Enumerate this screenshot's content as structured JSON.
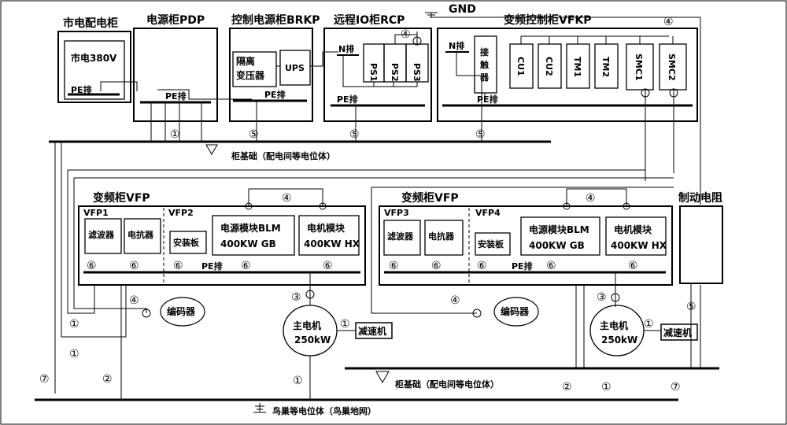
{
  "cabinets": {
    "mains": {
      "title": "市电配电柜",
      "inner": "市电380V",
      "pe": "PE排"
    },
    "pdp": {
      "title": "电源柜PDP",
      "pe": "PE排"
    },
    "brkp": {
      "title": "控制电源柜BRKP",
      "iso": [
        "隔离",
        "变压器"
      ],
      "ups": "UPS",
      "pe": "PE排"
    },
    "rcp": {
      "title": "远程IO柜RCP",
      "n": "N排",
      "ps": [
        "PS1",
        "PS2",
        "PS3"
      ],
      "pe": "PE排"
    },
    "vfkp": {
      "title": "变频控制柜VFKP",
      "n": "N排",
      "contactor": "接触器",
      "mods": [
        "CU1",
        "CU2",
        "TM1",
        "TM2",
        "SMC1",
        "SMC2"
      ],
      "pe": "PE排"
    },
    "vfp_a": {
      "title": "变频柜VFP",
      "sub1": "VFP1",
      "sub2": "VFP2",
      "filter": "滤波器",
      "reactor": "电抗器",
      "plate": "安装板",
      "blm": [
        "电源模块BLM",
        "400KW  GB"
      ],
      "hx": [
        "电机模块",
        "400KW  HX"
      ],
      "pe": "PE排"
    },
    "vfp_b": {
      "title": "变频柜VFP",
      "sub1": "VFP3",
      "sub2": "VFP4",
      "filter": "滤波器",
      "reactor": "电抗器",
      "plate": "安装板",
      "blm": [
        "电源模块BLM",
        "400KW  GB"
      ],
      "hx": [
        "电机模块",
        "400KW  HX"
      ],
      "pe": "PE排"
    },
    "brake": {
      "title": "制动电阻"
    }
  },
  "gnd": "GND",
  "buses": {
    "cabinet_base": "柜基础（配电间等电位体）",
    "nest": "鸟巢等电位体（鸟巢地网）"
  },
  "motors": {
    "a": {
      "encoder": "编码器",
      "motor": [
        "主电机",
        "250kW"
      ],
      "gear": "减速机"
    },
    "b": {
      "encoder": "编码器",
      "motor": [
        "主电机",
        "250kW"
      ],
      "gear": "减速机"
    }
  },
  "markers": {
    "m1": "①",
    "m2": "②",
    "m3": "③",
    "m4": "④",
    "m5": "⑤",
    "m6": "⑥",
    "m7": "⑦"
  }
}
